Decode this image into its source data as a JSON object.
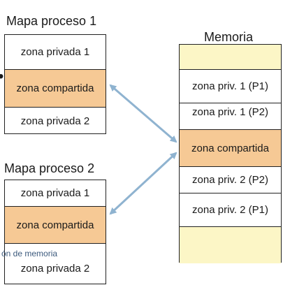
{
  "process1": {
    "title": "Mapa proceso 1",
    "zones": [
      "zona privada 1",
      "zona compartida",
      "zona privada 2"
    ]
  },
  "process2": {
    "title": "Mapa proceso 2",
    "zones": [
      "zona privada 1",
      "zona compartida",
      "zona privada 2"
    ]
  },
  "memory": {
    "title": "Memoria",
    "zones": [
      "",
      "zona priv. 1 (P1)",
      "zona priv. 1 (P2)",
      "zona compartida",
      "zona priv. 2 (P2)",
      "zona priv. 2 (P1)",
      ""
    ]
  },
  "overlay_text": "ón de memoria",
  "colors": {
    "shared": "#f6c995",
    "memory_empty": "#fcf6c6",
    "arrow": "#8fb3d0"
  }
}
